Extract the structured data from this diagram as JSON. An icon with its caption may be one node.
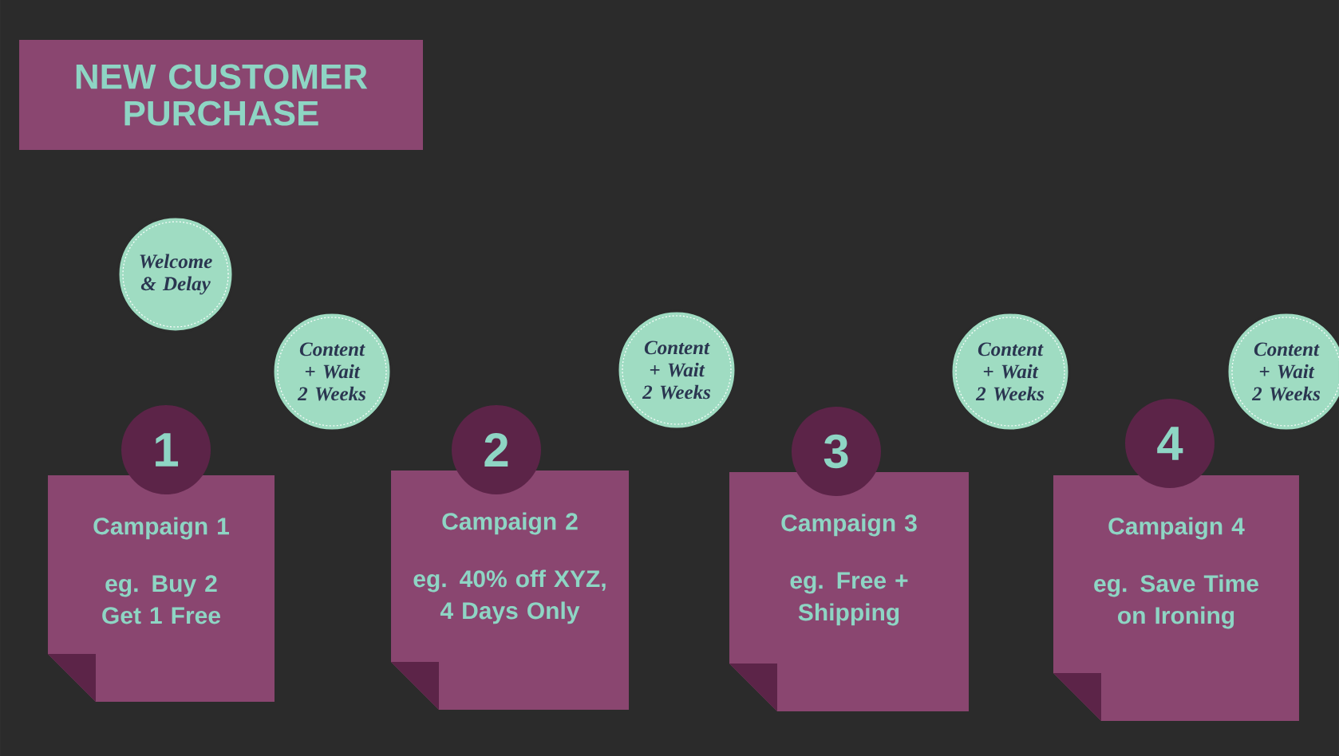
{
  "diagram": {
    "title": "NEW CUSTOMER PURCHASE",
    "nodes": [
      {
        "text": [
          "Welcome & Delay"
        ]
      },
      {
        "text": [
          "Content + Wait 2 Weeks"
        ]
      },
      {
        "text": [
          "Content + Wait 2 Weeks"
        ]
      },
      {
        "text": [
          "Content + Wait 2 Weeks"
        ]
      },
      {
        "text": [
          "Content + Wait 2 Weeks"
        ]
      },
      {
        "text": [
          "1"
        ]
      },
      {
        "text": [
          "Campaign 1",
          "eg. Buy 2 Get 1 Free"
        ]
      },
      {
        "text": [
          "2"
        ]
      },
      {
        "text": [
          "Campaign 2",
          "eg. 40% off XYZ, 4 Days Only"
        ]
      },
      {
        "text": [
          "3"
        ]
      },
      {
        "text": [
          "Campaign 3",
          "eg. Free + Shipping"
        ]
      },
      {
        "text": [
          "4"
        ]
      },
      {
        "text": [
          "Campaign 4",
          "eg. Save Time on Ironing"
        ]
      }
    ]
  }
}
